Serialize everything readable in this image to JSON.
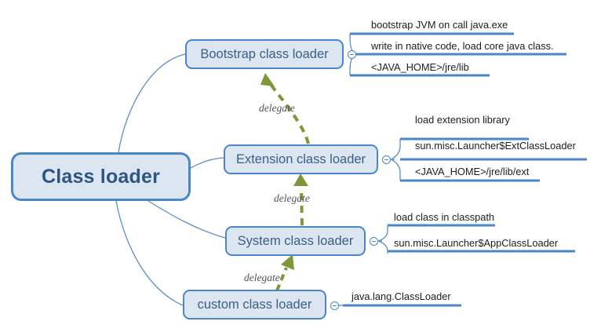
{
  "diagram": {
    "title": "Class loader",
    "root": {
      "label": "Class loader"
    },
    "branches": [
      {
        "id": "bootstrap",
        "label": "Bootstrap class loader",
        "leaves": [
          "bootstrap JVM on call java.exe",
          "write in native code, load core java class.",
          "<JAVA_HOME>/jre/lib"
        ]
      },
      {
        "id": "extension",
        "label": "Extension class loader",
        "leaves": [
          "load extension library",
          "sun.misc.Launcher$ExtClassLoader",
          "<JAVA_HOME>/jre/lib/ext"
        ]
      },
      {
        "id": "system",
        "label": "System class loader",
        "leaves": [
          "load class in classpath",
          "sun.misc.Launcher$AppClassLoader"
        ]
      },
      {
        "id": "custom",
        "label": "custom class loader",
        "leaves": [
          "java.lang.ClassLoader"
        ]
      }
    ],
    "delegate_arrows": [
      {
        "label": "delegate",
        "from": "extension",
        "to": "bootstrap"
      },
      {
        "label": "delegate",
        "from": "system",
        "to": "extension"
      },
      {
        "label": "delegate",
        "from": "custom",
        "to": "system"
      }
    ],
    "colors": {
      "node_fill": "#dce6f1",
      "node_border": "#4a86c8",
      "root_text": "#2e5484",
      "node_text": "#3a5f86",
      "leaf_text": "#1d1d1d",
      "leaf_bar": "#4a86c8",
      "connector": "#5b8fc9",
      "delegate_arrow": "#7d9739",
      "delegate_text": "#555555",
      "background": "#ffffff"
    }
  }
}
